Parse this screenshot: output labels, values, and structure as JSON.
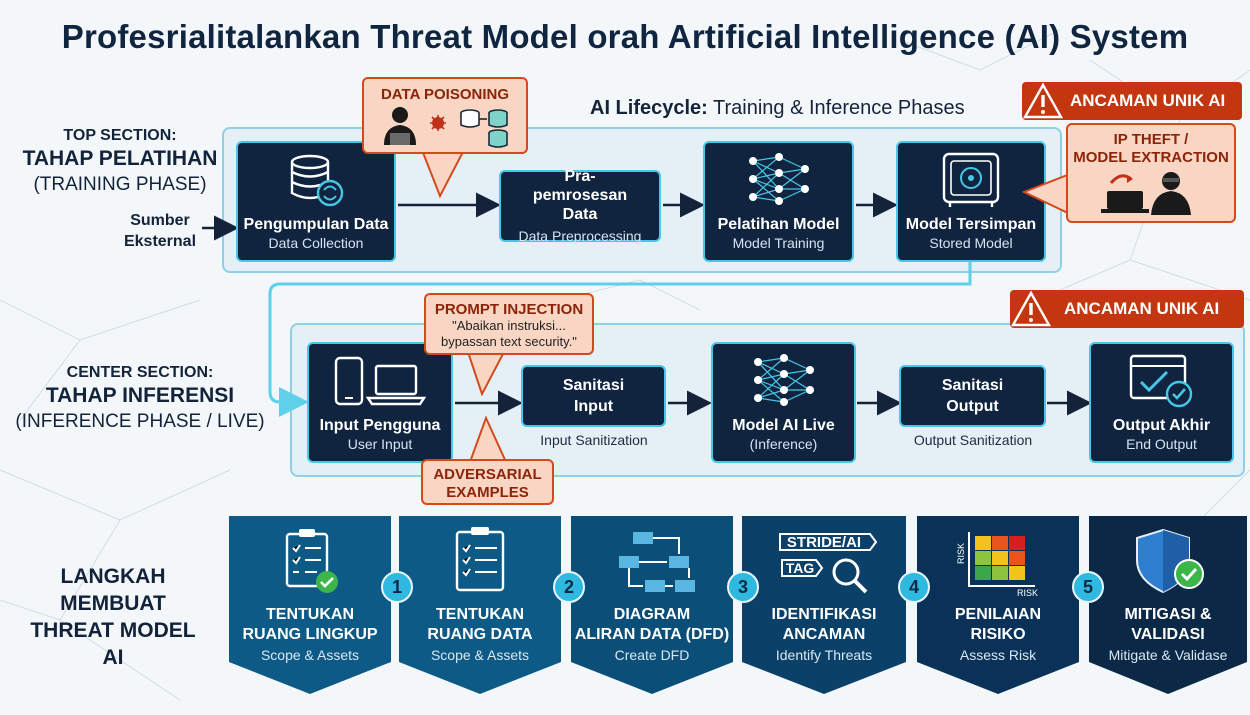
{
  "title": "Profesrialitalankan Threat Model orah Artificial Intelligence (AI) System",
  "lifecycle": {
    "bold": "AI Lifecycle:",
    "rest": " Training & Inference Phases"
  },
  "top_section": {
    "small": "TOP SECTION:",
    "big": "TAHAP PELATIHAN",
    "paren": "(TRAINING PHASE)",
    "source_line1": "Sumber",
    "source_line2": "Eksternal",
    "nodes": [
      {
        "title": "Pengumpulan Data",
        "subtitle": "Data Collection",
        "icon": "database-sync-icon"
      },
      {
        "title": "Pra-pemrosesan Data",
        "subtitle": "Data Preprocessing",
        "icon": ""
      },
      {
        "title": "Pelatihan Model",
        "subtitle": "Model Training",
        "icon": "neural-network-icon"
      },
      {
        "title": "Model Tersimpan",
        "subtitle": "Stored Model",
        "icon": "safe-icon"
      }
    ]
  },
  "center_section": {
    "small": "CENTER SECTION:",
    "big": "TAHAP INFERENSI",
    "paren": "(INFERENCE PHASE / LIVE)",
    "nodes": [
      {
        "title": "Input Pengguna",
        "subtitle": "User Input",
        "icon": "devices-icon"
      },
      {
        "title": "Sanitasi Input",
        "subtitle": "Input Sanitization",
        "icon": ""
      },
      {
        "title": "Model AI Live",
        "subtitle": "(Inference)",
        "icon": "neural-network-icon"
      },
      {
        "title": "Sanitasi Output",
        "subtitle": "Output Sanitization",
        "icon": ""
      },
      {
        "title": "Output Akhir",
        "subtitle": "End Output",
        "icon": "check-screen-icon"
      }
    ]
  },
  "threats": {
    "data_poisoning": "DATA POISONING",
    "ip_theft_line1": "IP THEFT /",
    "ip_theft_line2": "MODEL EXTRACTION",
    "prompt_injection": "PROMPT INJECTION",
    "prompt_quote_line1": "\"Abaikan instruksi...",
    "prompt_quote_line2": "bypassan text security.\"",
    "adversarial_line1": "ADVERSARIAL",
    "adversarial_line2": "EXAMPLES"
  },
  "alerts": {
    "top": "ANCAMAN UNIK AI",
    "center": "ANCAMAN UNIK AI"
  },
  "steps_label": {
    "line1": "LANGKAH",
    "line2": "MEMBUAT",
    "line3": "THREAT MODEL AI"
  },
  "steps": [
    {
      "title_line1": "TENTUKAN",
      "title_line2": "RUANG LINGKUP",
      "subtitle": "Scope & Assets",
      "icon": "checklist-icon",
      "color": "#0d5a86"
    },
    {
      "number": "1",
      "title_line1": "TENTUKAN",
      "title_line2": "RUANG DATA",
      "subtitle": "Scope & Assets",
      "icon": "checklist-icon",
      "color": "#0d5a86"
    },
    {
      "number": "2",
      "title_line1": "DIAGRAM",
      "title_line2": "ALIRAN DATA (DFD)",
      "subtitle": "Create DFD",
      "icon": "flowchart-icon",
      "color": "#0b4e78"
    },
    {
      "number": "3",
      "title_line1": "IDENTIFIKASI",
      "title_line2": "ANCAMAN",
      "subtitle": "Identify Threats",
      "icon": "magnifier-tag-icon",
      "tag1": "STRIDE/AI",
      "tag2": "TAG",
      "color": "#0b4068"
    },
    {
      "number": "4",
      "title_line1": "PENILAIAN",
      "title_line2": "RISIKO",
      "subtitle": "Assess Risk",
      "icon": "risk-matrix-icon",
      "axis_y": "RISK",
      "axis_x": "RISK",
      "color": "#0a3258"
    },
    {
      "number": "5",
      "title_line1": "MITIGASI &",
      "title_line2": "VALIDASI",
      "subtitle": "Mitigate & Validase",
      "icon": "shield-check-icon",
      "color": "#0b2846"
    }
  ],
  "colors": {
    "node_bg": "#10243f",
    "node_border": "#47c7e6",
    "threat_bg": "#f9d6c4",
    "threat_border": "#d34a1d",
    "alert": "#c3360f"
  }
}
